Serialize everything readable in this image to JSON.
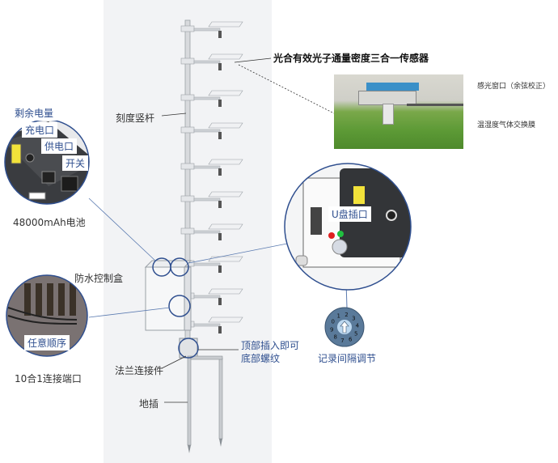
{
  "labels": {
    "sensor": "光合有效光子通量密度三合一传感器",
    "light_window": "感光窗口（余弦校正）",
    "membrane": "温湿度气体交换膜",
    "scale_pole": "刻度竖杆",
    "remaining_power": "剩余电量",
    "charge_port": "充电口",
    "power_port": "供电口",
    "switch": "开关",
    "battery": "48000mAh电池",
    "control_box": "防水控制盒",
    "any_order": "任意顺序",
    "ports": "10合1连接端口",
    "usb_slot": "U盘插口",
    "top_insert": "顶部插入即可",
    "bottom_thread": "底部螺纹",
    "flange": "法兰连接件",
    "record_interval": "记录间隔调节",
    "ground_stake": "地插"
  },
  "dial_digits": [
    "0",
    "1",
    "2",
    "3",
    "4",
    "5",
    "6",
    "7",
    "8",
    "9"
  ],
  "colors": {
    "accent": "#2f4f8f",
    "panel": "#f2f3f5",
    "led_red": "#e02020",
    "led_green": "#20c040",
    "battery_yellow": "#f2e23a"
  }
}
